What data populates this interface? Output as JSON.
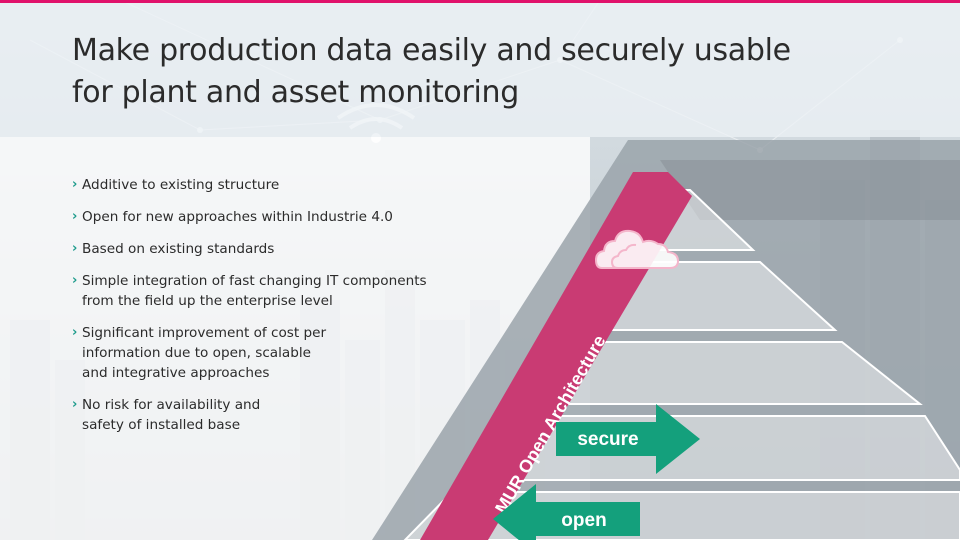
{
  "header": {
    "title_line1": "Make production data easily and securely usable",
    "title_line2": "for plant and asset monitoring"
  },
  "bullets": [
    {
      "lines": [
        "Additive to existing structure"
      ]
    },
    {
      "lines": [
        "Open for new approaches within Industrie 4.0"
      ]
    },
    {
      "lines": [
        "Based on existing standards"
      ]
    },
    {
      "lines": [
        "Simple integration of fast changing IT components",
        "from the field up the enterprise level"
      ]
    },
    {
      "lines": [
        "Significant improvement of cost per",
        "information due to open, scalable",
        "and integrative approaches"
      ]
    },
    {
      "lines": [
        "No risk for availability and",
        "safety of installed base"
      ]
    }
  ],
  "diagram": {
    "band_label": "MUR Open Architecture",
    "arrow_right_label": "secure",
    "arrow_left_label": "open",
    "icon": "cloud-icon"
  },
  "colors": {
    "accent_magenta": "#c93b73",
    "arrow_green": "#14a07c",
    "bullet_chevron": "#1e9c8c",
    "top_bar": "#e0116b"
  }
}
